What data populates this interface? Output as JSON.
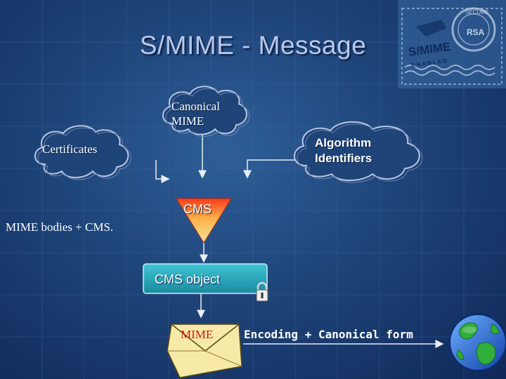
{
  "slide": {
    "title": "S/MIME - Message",
    "stamp": {
      "top_text": "SECURE",
      "middle_text": "RSA",
      "main_text": "S/MIME",
      "bottom_text": "ENABLED"
    },
    "clouds": {
      "canonical": "Canonical\nMIME",
      "certificates": "Certificates",
      "algorithm": "Algorithm\nIdentifiers"
    },
    "funnel_label": "CMS",
    "side_note": "MIME bodies + CMS.",
    "cms_object_label": "CMS object",
    "envelope_label": "MIME",
    "encoding_label": "Encoding + Canonical form",
    "colors": {
      "background": "#1e4478",
      "funnel_top": "#ff3b1a",
      "funnel_bottom": "#f2e29a",
      "cms_box": "#2aa6b8",
      "envelope": "#f7e9a8"
    }
  }
}
